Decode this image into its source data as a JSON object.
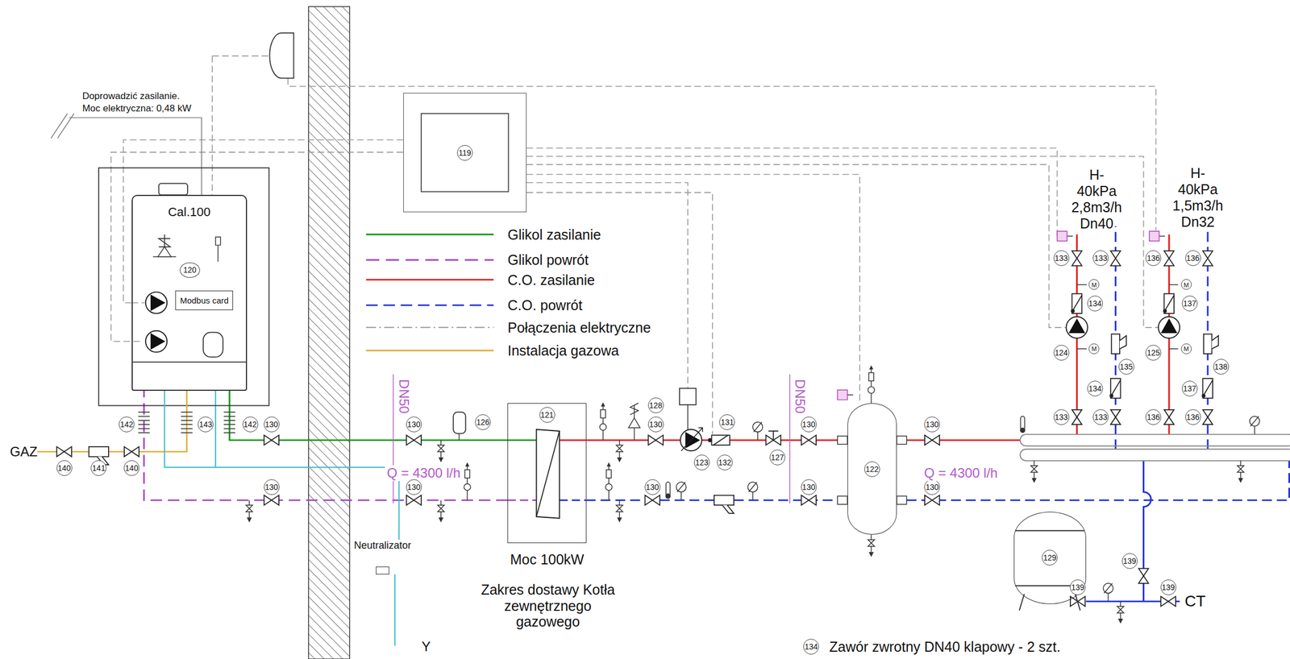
{
  "diagram": {
    "nodes": [
      {
        "text": [
          "Cal.100"
        ]
      },
      {
        "text": [
          "120"
        ],
        "in": 0
      },
      {
        "text": [
          "Modbus card"
        ],
        "in": 0
      },
      {
        "text": [
          "119"
        ]
      },
      {
        "text": [
          "121",
          "Moc 100kW"
        ]
      },
      {
        "text": [
          "122"
        ]
      },
      {
        "text": [
          "129"
        ]
      },
      {
        "text": [
          "Neutralizator"
        ]
      }
    ],
    "edges": [
      {
        "from": 0,
        "to": 4,
        "arrow": "none"
      },
      {
        "from": 4,
        "to": 0,
        "arrow": "none"
      },
      {
        "from": 4,
        "to": 5,
        "arrow": "none"
      },
      {
        "from": 5,
        "to": 4,
        "arrow": "none"
      },
      {
        "from": 3,
        "to": 0,
        "arrow": "none"
      },
      {
        "from": 3,
        "to": 5,
        "arrow": "none"
      },
      {
        "from": 0,
        "to": 7,
        "arrow": "none"
      }
    ],
    "labels": [
      "Doprowadzić zasilanie.",
      "Moc elektryczna: 0,48 kW",
      "GAZ",
      "142",
      "143",
      "142",
      "130",
      "140",
      "141",
      "140",
      "130",
      "DN50",
      "Q = 4300 l/h",
      "130",
      "130",
      "126",
      "Zakres dostawy Kotła zewnętrznego gazowego",
      "128",
      "130",
      "130",
      "123",
      "131",
      "132",
      "127",
      "DN50",
      "130",
      "130",
      "130",
      "130",
      "Q = 4300 l/h",
      "H-40kPa 2,8m3/h Dn40",
      "H-40kPa 1,5m3/h Dn32",
      "133",
      "133",
      "M",
      "134",
      "124",
      "M",
      "135",
      "134",
      "133",
      "133",
      "136",
      "136",
      "M",
      "137",
      "125",
      "M",
      "138",
      "137",
      "136",
      "136",
      "139",
      "139",
      "139",
      "CT",
      "134",
      "Zawór zwrotny DN40 klapowy - 2 szt.",
      "Y"
    ],
    "legend": [
      {
        "text": "Glikol zasilanie"
      },
      {
        "text": "Glikol powrót"
      },
      {
        "text": "C.O. zasilanie"
      },
      {
        "text": "C.O. powrót"
      },
      {
        "text": "Połączenia elektryczne"
      },
      {
        "text": "Instalacja gazowa"
      }
    ]
  }
}
